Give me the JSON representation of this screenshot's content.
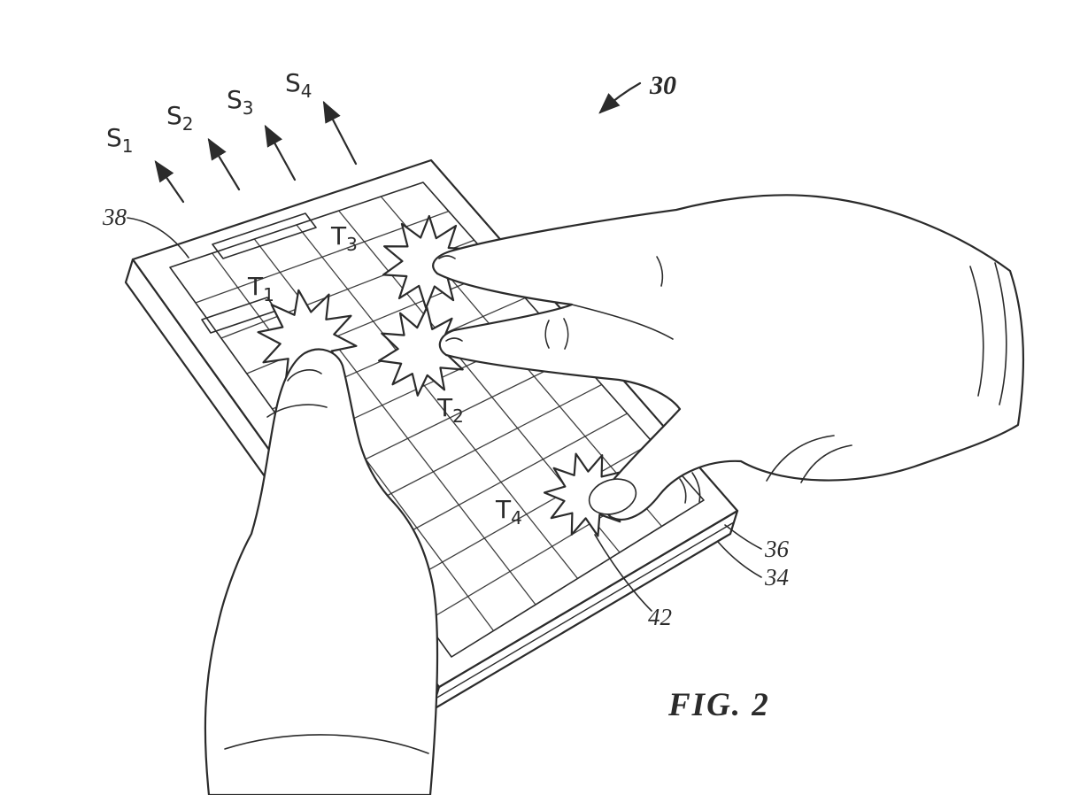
{
  "figure": {
    "caption": "FIG. 2",
    "sensor_labels": [
      {
        "base": "S",
        "sub": "1"
      },
      {
        "base": "S",
        "sub": "2"
      },
      {
        "base": "S",
        "sub": "3"
      },
      {
        "base": "S",
        "sub": "4"
      }
    ],
    "touch_labels": [
      {
        "base": "T",
        "sub": "1"
      },
      {
        "base": "T",
        "sub": "2"
      },
      {
        "base": "T",
        "sub": "3"
      },
      {
        "base": "T",
        "sub": "4"
      }
    ],
    "reference_numerals": {
      "assembly": "30",
      "sensor_array": "38",
      "cover_layer": "36",
      "display_layer": "34",
      "touch_contact": "42"
    }
  },
  "colors": {
    "ink": "#2b2b2b",
    "background": "#ffffff"
  }
}
